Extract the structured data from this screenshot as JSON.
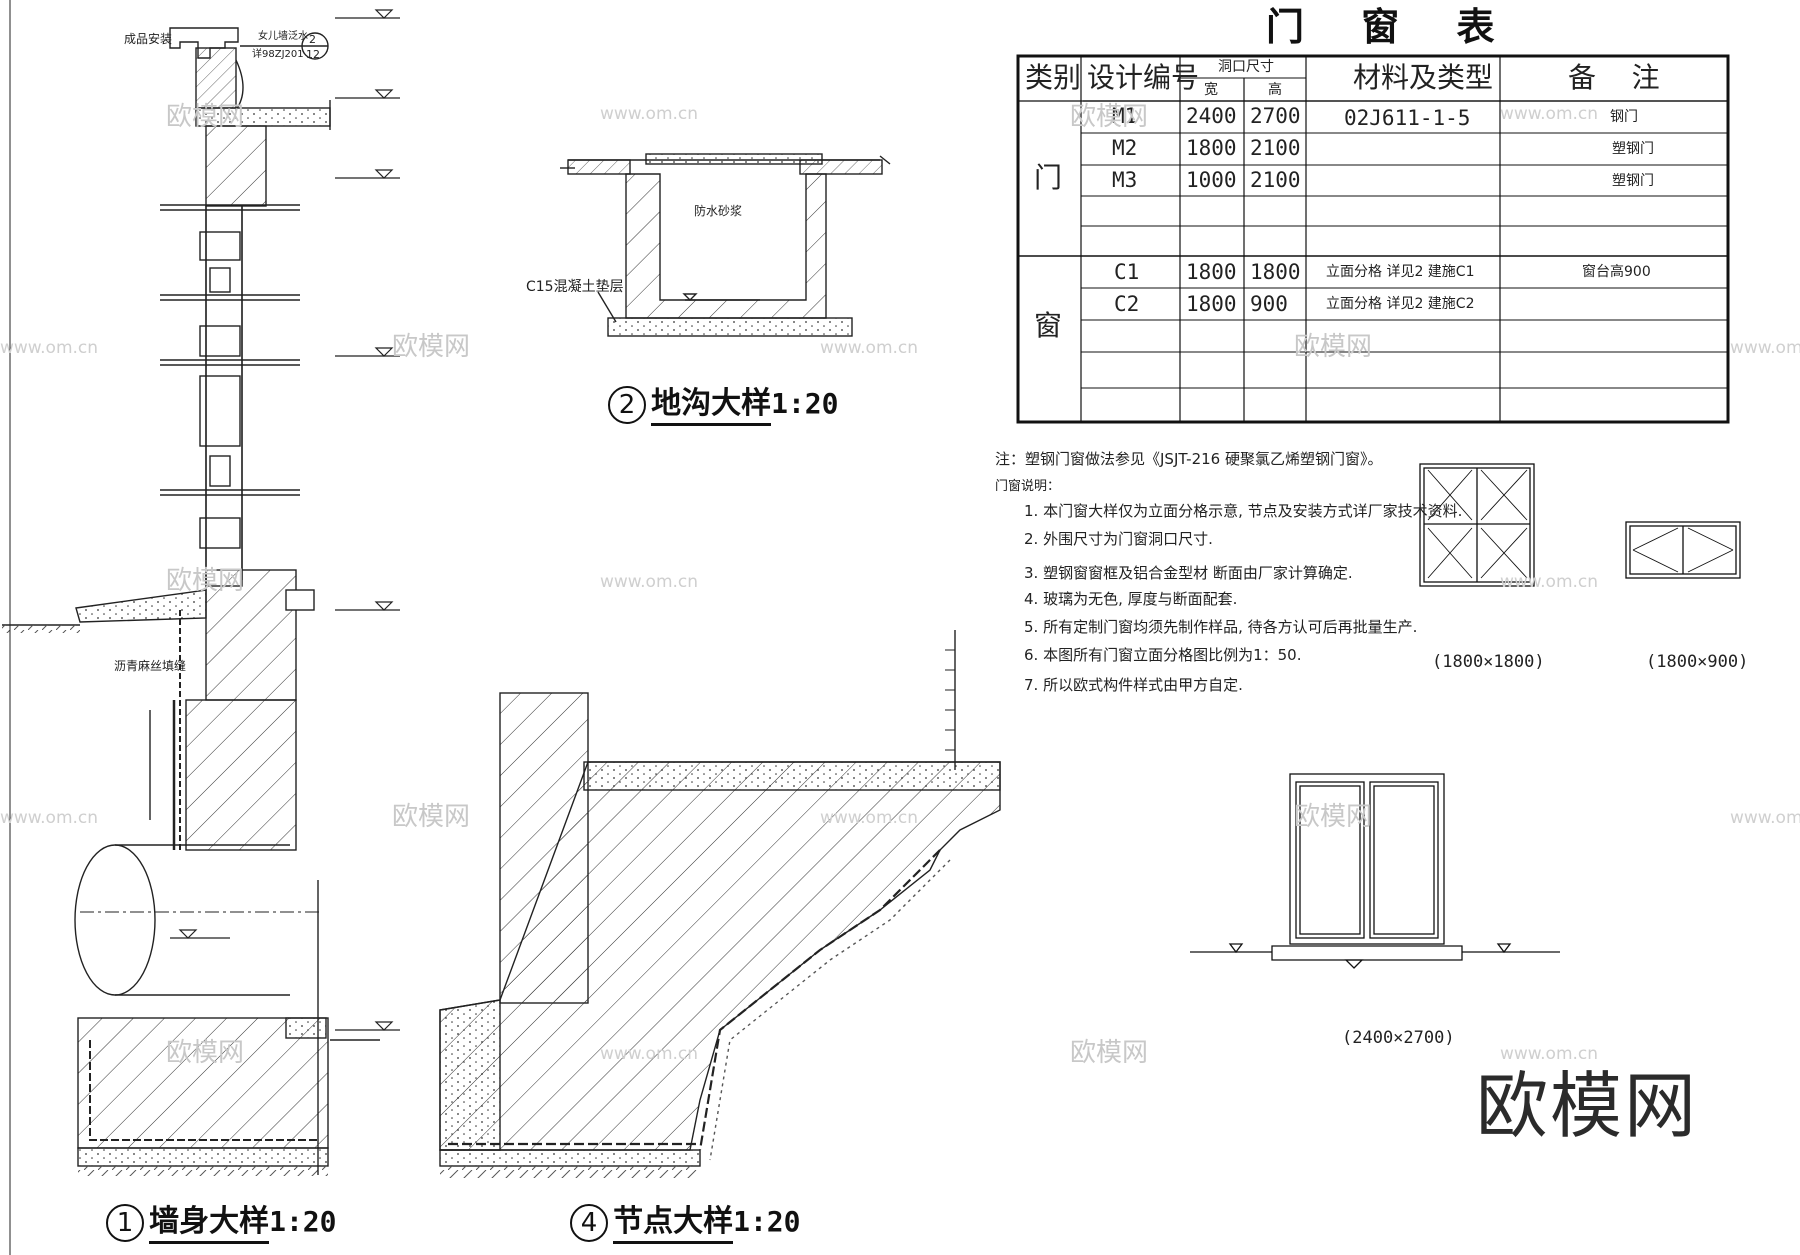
{
  "table": {
    "title": "门 窗 表",
    "headers": {
      "category": "类别",
      "code": "设计编号",
      "opening": "洞口尺寸",
      "width": "宽",
      "height": "高",
      "material": "材料及类型",
      "remark": "备    注"
    },
    "door_group": "门",
    "window_group": "窗",
    "rows": [
      {
        "code": "M1",
        "w": "2400",
        "h": "2700",
        "material": "02J611-1-5",
        "remark": "钢门"
      },
      {
        "code": "M2",
        "w": "1800",
        "h": "2100",
        "material": "",
        "remark": "塑钢门"
      },
      {
        "code": "M3",
        "w": "1000",
        "h": "2100",
        "material": "",
        "remark": "塑钢门"
      },
      {
        "code": "C1",
        "w": "1800",
        "h": "1800",
        "material": "立面分格 详见2 建施C1",
        "remark": "窗台高900"
      },
      {
        "code": "C2",
        "w": "1800",
        "h": "900",
        "material": "立面分格 详见2 建施C2",
        "remark": ""
      }
    ]
  },
  "notes": {
    "note0": "注：塑钢门窗做法参见《JSJT-216  硬聚氯乙烯塑钢门窗》。",
    "heading": "门窗说明：",
    "items": [
      "1. 本门窗大样仅为立面分格示意, 节点及安装方式详厂家技术资料.",
      "2. 外围尺寸为门窗洞口尺寸.",
      "3. 塑钢窗窗框及铝合金型材 断面由厂家计算确定.",
      "4. 玻璃为无色, 厚度与断面配套.",
      "5. 所有定制门窗均须先制作样品, 待各方认可后再批量生产.",
      "6. 本图所有门窗立面分格图比例为1：50.",
      "7. 所以欧式构件样式由甲方自定."
    ]
  },
  "elevations": {
    "w1": "(1800×1800)",
    "w2": "(1800×900)",
    "door": "(2400×2700)"
  },
  "captions": {
    "c1": {
      "num": "1",
      "name": "墙身大样",
      "scale": "1:20"
    },
    "c2": {
      "num": "2",
      "name": "地沟大样",
      "scale": "1:20"
    },
    "c4": {
      "num": "4",
      "name": "节点大样",
      "scale": "1:20"
    }
  },
  "annotations": {
    "cornice": "成品安装",
    "drain": "女儿墙泛水",
    "drain_ref": "详98ZJ201",
    "drain_idx_top": "2",
    "drain_idx_bot": "12",
    "asphalt": "沥青麻丝填缝",
    "mortar": "防水砂浆",
    "c15": "C15混凝土垫层"
  },
  "watermark": {
    "text": "欧模网",
    "url": "www.om.cn",
    "logo": "欧模网"
  }
}
